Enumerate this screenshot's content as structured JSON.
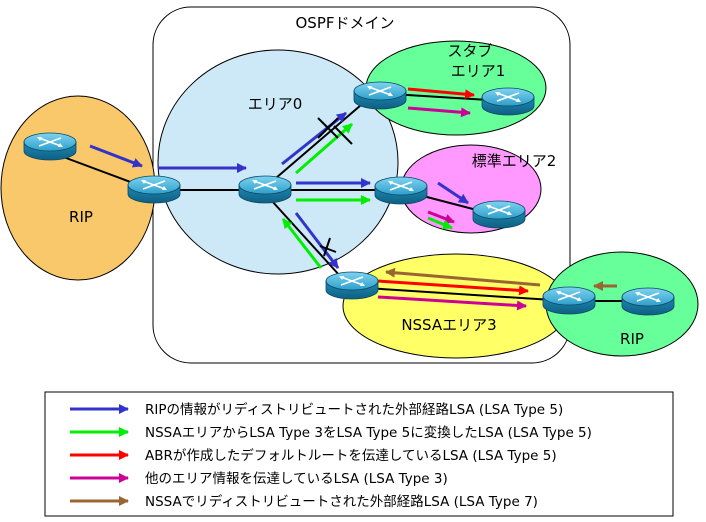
{
  "labels": {
    "domain": "OSPFドメイン",
    "area0": "エリア0",
    "stub_area1_line1": "スタブ",
    "stub_area1_line2": "エリア1",
    "std_area2": "標準エリア2",
    "nssa_area3": "NSSAエリア3",
    "rip_left": "RIP",
    "rip_right": "RIP"
  },
  "colors": {
    "blue": "#3333cc",
    "green": "#00ee00",
    "red": "#ff0000",
    "magenta": "#cc0099",
    "brown": "#996633",
    "rip_fill": "#f9c86a",
    "area0_fill": "#cde9f7",
    "stub_fill": "#66ff99",
    "std_fill": "#ff99ff",
    "nssa_fill": "#ffff66"
  },
  "legend": [
    {
      "color": "blue",
      "text": "RIPの情報がリディストリビュートされた外部経路LSA (LSA Type 5)"
    },
    {
      "color": "green",
      "text": "NSSAエリアからLSA Type 3をLSA Type 5に変換したLSA (LSA Type 5)"
    },
    {
      "color": "red",
      "text": "ABRが作成したデフォルトルートを伝達しているLSA (LSA Type 5)"
    },
    {
      "color": "magenta",
      "text": "他のエリア情報を伝達しているLSA (LSA Type 3)"
    },
    {
      "color": "brown",
      "text": "NSSAでリディストリビュートされた外部経路LSA (LSA Type 7)"
    }
  ]
}
